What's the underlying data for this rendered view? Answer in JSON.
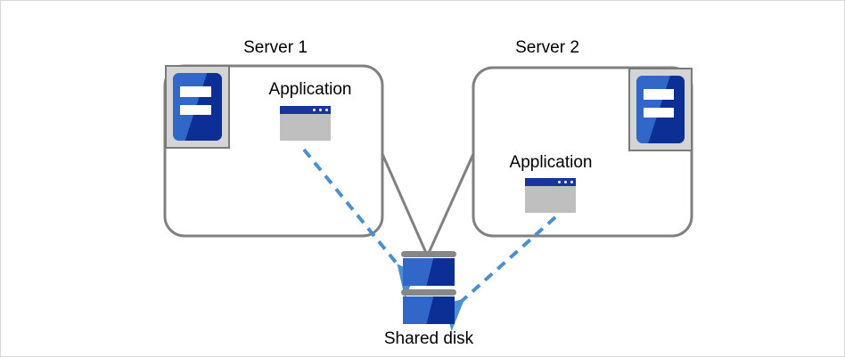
{
  "diagram": {
    "title": "Two-server shared disk cluster diagram",
    "colors": {
      "box_border": "#808080",
      "accent_blue": "#3167c8",
      "dark_blue": "#0c2f96",
      "titlebar_blue": "#16369b",
      "arrow_blue": "#4a90d0",
      "icon_gray": "#bfbfbf",
      "icon_frame_gray": "#7a7a7a",
      "disk_bar_gray": "#878787",
      "canvas_border": "#d9d9d9"
    },
    "nodes": {
      "server1": {
        "label": "Server 1",
        "app_label": "Application",
        "server_icon_name": "server-appliance-icon",
        "app_icon_name": "application-window-icon"
      },
      "server2": {
        "label": "Server 2",
        "app_label": "Application",
        "server_icon_name": "server-appliance-icon",
        "app_icon_name": "application-window-icon"
      },
      "shared_disk": {
        "label": "Shared disk",
        "icon_name": "shared-disk-icon",
        "platters": 2
      }
    },
    "connections": [
      {
        "name": "server1-to-disk-link",
        "style": "solid",
        "color": "#808080",
        "from": "server1",
        "to": "shared_disk"
      },
      {
        "name": "server2-to-disk-link",
        "style": "solid",
        "color": "#808080",
        "from": "server2",
        "to": "shared_disk"
      },
      {
        "name": "server1-app-to-disk-access",
        "style": "dashed-arrow",
        "color": "#4a90d0",
        "from": "server1.application",
        "to": "shared_disk"
      },
      {
        "name": "server2-app-to-disk-access",
        "style": "dashed-arrow",
        "color": "#4a90d0",
        "from": "server2.application",
        "to": "shared_disk"
      }
    ]
  }
}
